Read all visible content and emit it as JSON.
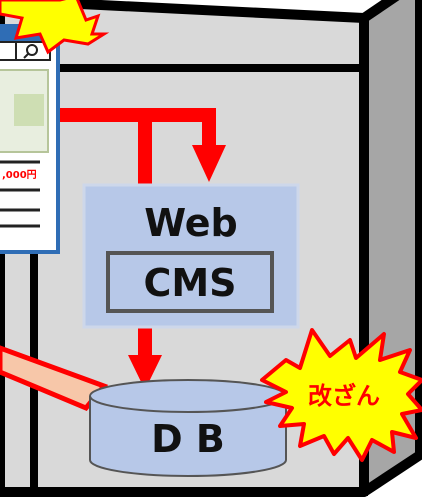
{
  "server": {
    "web_label": "Web",
    "cms_label": "CMS",
    "db_label": "D B"
  },
  "alerts": {
    "tamper_label": "改ざん"
  },
  "browser": {
    "price_label": ",000円"
  },
  "colors": {
    "red": "#ff0000",
    "yellow": "#ffff00",
    "box_fill": "#b7c8e8",
    "box_border": "#cdd7ea",
    "server_fill": "#d9d9d9",
    "server_side": "#a6a6a6",
    "window_border": "#2f6db5"
  },
  "icons": {
    "search": "search-icon"
  }
}
